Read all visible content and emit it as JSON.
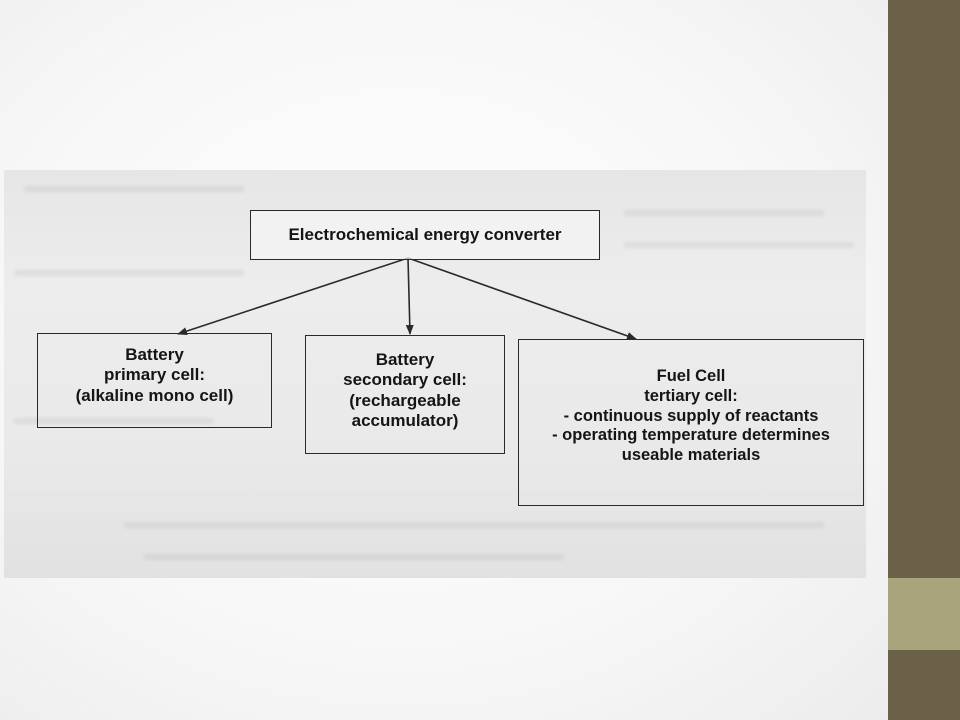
{
  "diagram": {
    "root": {
      "label": "Electrochemical energy converter"
    },
    "children": [
      {
        "id": "battery-primary",
        "lines": [
          "Battery",
          "primary cell:",
          "(alkaline mono cell)"
        ]
      },
      {
        "id": "battery-secondary",
        "lines": [
          "Battery",
          "secondary cell:",
          "(rechargeable",
          "accumulator)"
        ]
      },
      {
        "id": "fuel-cell",
        "lines": [
          "Fuel Cell",
          "tertiary cell:",
          "- continuous supply of reactants",
          "- operating temperature determines",
          "useable materials"
        ]
      }
    ]
  },
  "theme": {
    "sidebar_top": "#6b6048",
    "sidebar_mid": "#a9a47c",
    "sidebar_bottom": "#6b6048",
    "box_border": "#2a2a2a",
    "arrow": "#2a2a2a"
  }
}
